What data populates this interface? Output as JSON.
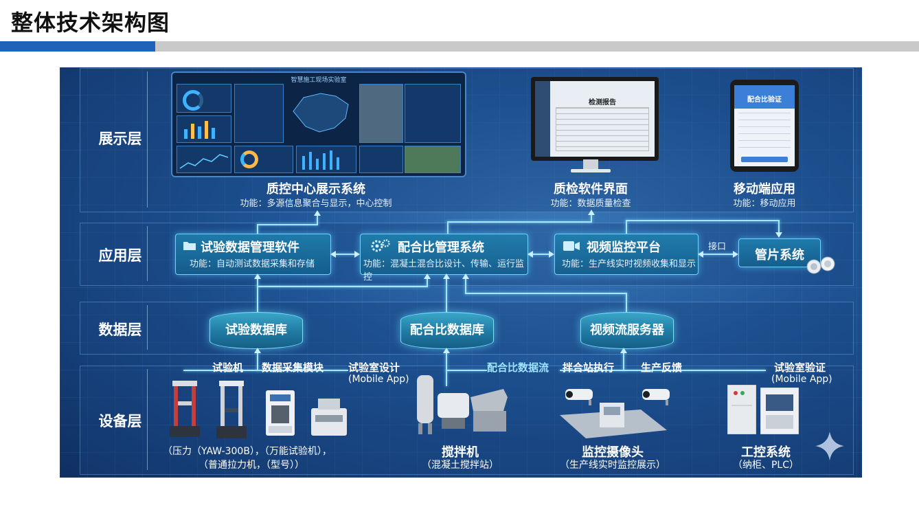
{
  "header": {
    "title": "整体技术架构图"
  },
  "layers": [
    {
      "name": "展示层"
    },
    {
      "name": "应用层"
    },
    {
      "name": "数据层"
    },
    {
      "name": "设备层"
    }
  ],
  "display": {
    "dashboard": {
      "screen_title": "智慧施工现场实验室",
      "title": "质控中心展示系统",
      "desc": "功能：多源信息聚合与显示，中心控制"
    },
    "desktop": {
      "screen_title": "检测报告",
      "title": "质检软件界面",
      "desc": "功能：数据质量检查"
    },
    "mobile": {
      "screen_title": "配合比验证",
      "title": "移动端应用",
      "desc": "功能：移动应用"
    }
  },
  "apps": {
    "test_data": {
      "title": "试验数据管理软件",
      "desc": "功能：自动测试数据采集和存储",
      "icon": "folder-icon"
    },
    "mix": {
      "title": "配合比管理系统",
      "desc": "功能：混凝土混合比设计、传输、运行监控",
      "icon": "gears-icon"
    },
    "video": {
      "title": "视频监控平台",
      "desc": "功能：生产线实时视频收集和显示",
      "icon": "video-camera-icon"
    },
    "pipe": {
      "title": "管片系统"
    },
    "interface_label": "接口"
  },
  "databases": {
    "test_db": "试验数据库",
    "mix_db": "配合比数据库",
    "video_server": "视频流服务器"
  },
  "devices": {
    "labels": {
      "tester": "试验机",
      "collect": "数据采集模块",
      "lab_design": "试验室设计",
      "lab_design_sub": "(Mobile App)",
      "mix_flow": "配合比数据流",
      "station_exec": "拌合站执行",
      "feedback": "生产反馈",
      "lab_verify": "试验室验证",
      "lab_verify_sub": "(Mobile App)"
    },
    "test_machines_caption_1": "（压力（YAW-300B），（万能试验机），",
    "test_machines_caption_2": "（普通拉力机，（型号））",
    "mixer_title": "搅拌机",
    "mixer_sub": "（混凝土搅拌站）",
    "camera_title": "监控摄像头",
    "camera_sub": "（生产线实时监控展示）",
    "control_title": "工控系统",
    "control_sub": "（纳柜、PLC）"
  },
  "colors": {
    "accent_blue": "#1f63b8",
    "divider_gray": "#c9c9c9",
    "glow": "#6fd3ff"
  }
}
